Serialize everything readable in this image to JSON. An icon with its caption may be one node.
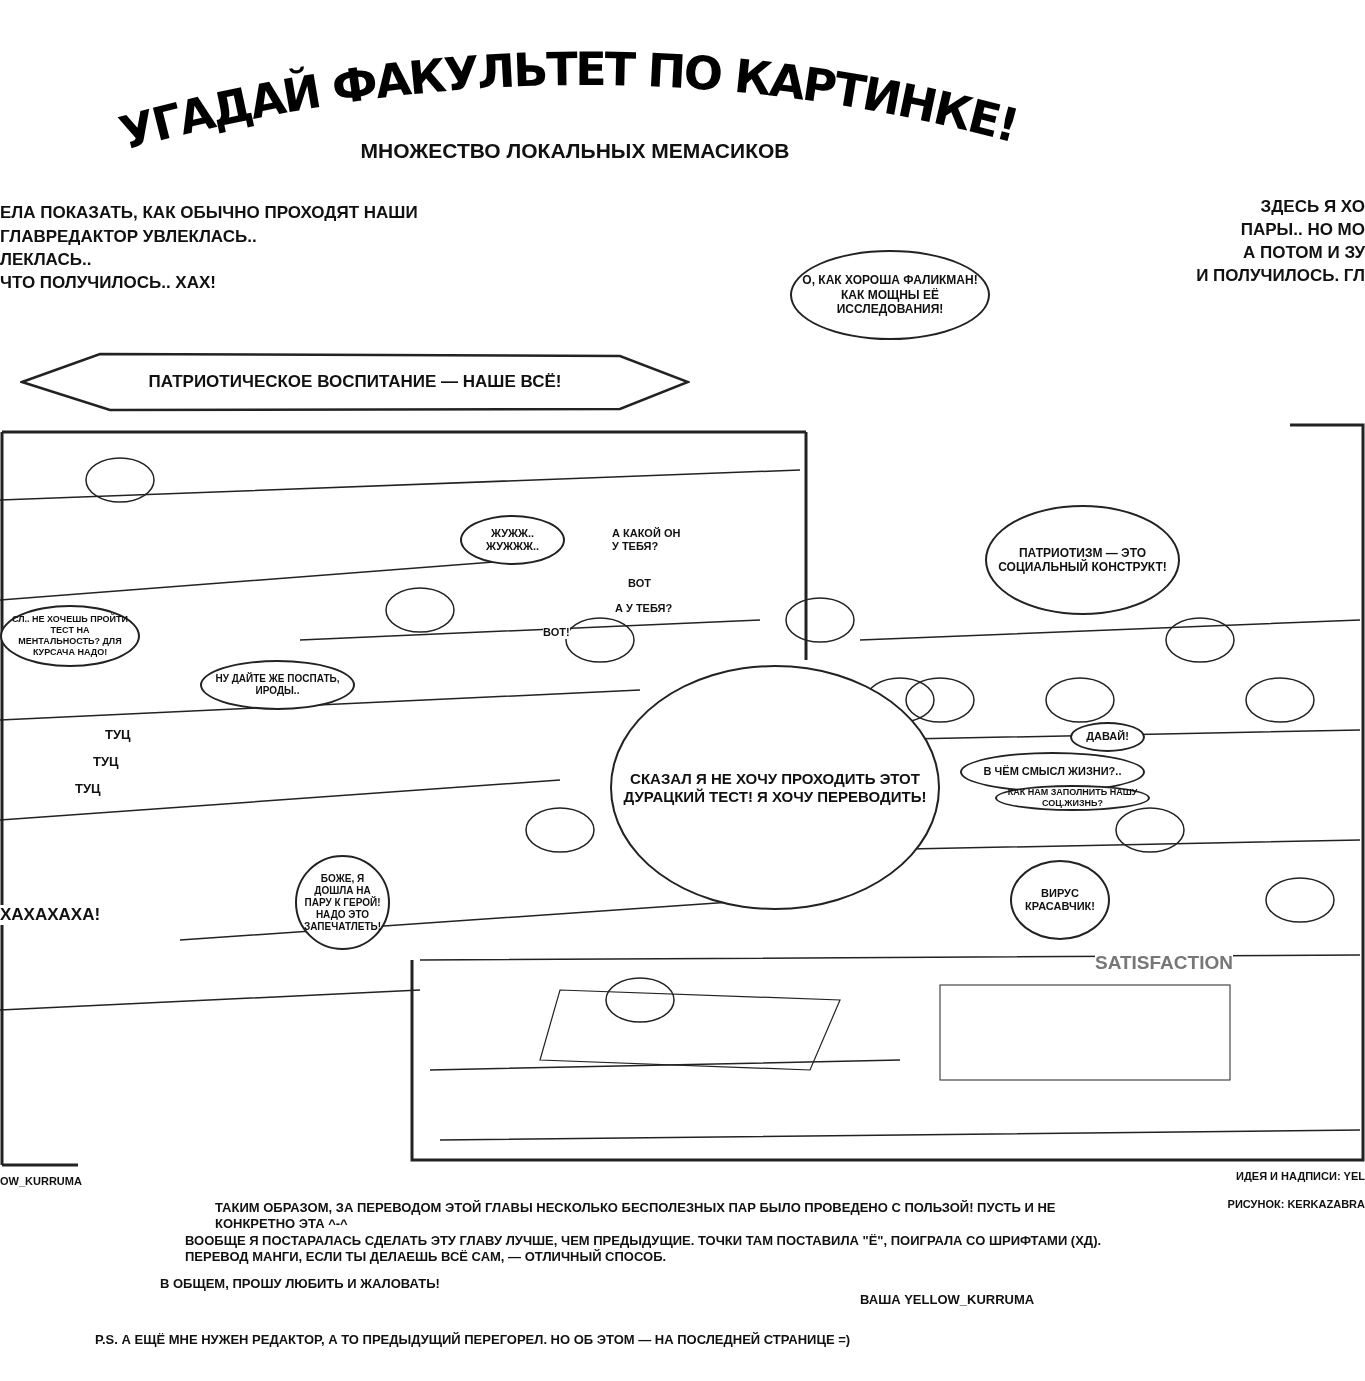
{
  "diagram": {
    "title": "УГАДАЙ ФАКУЛЬТЕТ ПО КАРТИНКЕ!",
    "nodes": [
      {
        "text": [
          "ПАТРИОТИЧЕСКОЕ ВОСПИТАНИЕ — НАШЕ ВСЁ!"
        ]
      },
      {
        "text": [
          "О, КАК ХОРОША ФАЛИКМАН! КАК МОЩНЫ ЕЁ ИССЛЕДОВАНИЯ!"
        ]
      },
      {
        "text": [
          "ЖУЖЖ.. ЖУЖЖЖ.."
        ]
      },
      {
        "text": [
          "СЛ.. НЕ ХОЧЕШЬ ПРОЙТИ ТЕСТ НА МЕНТАЛЬНОСТЬ? ДЛЯ КУРСАЧА НАДО!"
        ]
      },
      {
        "text": [
          "НУ ДАЙТЕ ЖЕ ПОСПАТЬ, ИРОДЫ.."
        ]
      },
      {
        "text": [
          "БОЖЕ, Я ДОШЛА НА ПАРУ К ГЕРОЙ! НАДО ЭТО ЗАПЕЧАТЛЕТЬ!"
        ]
      },
      {
        "text": [
          "ПАТРИОТИЗМ — ЭТО СОЦИАЛЬНЫЙ КОНСТРУКТ!"
        ]
      },
      {
        "text": [
          "СКАЗАЛ Я НЕ ХОЧУ ПРОХОДИТЬ ЭТОТ ДУРАЦКИЙ ТЕСТ! Я ХОЧУ ПЕРЕВОДИТЬ!"
        ]
      },
      {
        "text": [
          "ДАВАЙ!"
        ]
      },
      {
        "text": [
          "В ЧЁМ СМЫСЛ ЖИЗНИ?.."
        ]
      },
      {
        "text": [
          "КАК НАМ ЗАПОЛНИТЬ НАШУ СОЦ.ЖИЗНЬ?"
        ]
      },
      {
        "text": [
          "ВИРУС КРАСАВЧИК!"
        ]
      }
    ],
    "labels": [
      "МНОЖЕСТВО ЛОКАЛЬНЫХ МЕМАСИКОВ",
      "ЕЛА ПОКАЗАТЬ, КАК ОБЫЧНО ПРОХОДЯТ НАШИ",
      "ГЛАВРЕДАКТОР УВЛЕКЛАСЬ..",
      "ЛЕКЛАСЬ..",
      "ЧТО ПОЛУЧИЛОСЬ.. ХАХ!",
      "ЗДЕСЬ Я ХО",
      "ПАРЫ.. НО МО",
      "А ПОТОМ И ЗУ",
      "И ПОЛУЧИЛОСЬ. ГЛ",
      "А КАКОЙ ОН У ТЕБЯ?",
      "ВОТ",
      "А У ТЕБЯ?",
      "ВОТ!",
      "ТУЦ",
      "ТУЦ",
      "ТУЦ",
      "ХАХАХАХА!",
      "SATISFACTION",
      "OW_KURRUMA",
      "ИДЕЯ И НАДПИСИ: YEL",
      "РИСУНОК: KERKAZABRA",
      "ТАКИМ ОБРАЗОМ, ЗА ПЕРЕВОДОМ ЭТОЙ ГЛАВЫ НЕСКОЛЬКО БЕСПОЛЕЗНЫХ ПАР БЫЛО ПРОВЕДЕНО С ПОЛЬЗОЙ! ПУСТЬ И НЕ КОНКРЕТНО ЭТА ^-^",
      "ВООБЩЕ Я ПОСТАРАЛАСЬ СДЕЛАТЬ ЭТУ ГЛАВУ ЛУЧШЕ, ЧЕМ ПРЕДЫДУЩИЕ. ТОЧКИ ТАМ ПОСТАВИЛА \"Ё\", ПОИГРАЛА СО ШРИФТАМИ (ХД). ПЕРЕВОД МАНГИ, ЕСЛИ ТЫ ДЕЛАЕШЬ ВСЁ САМ, — ОТЛИЧНЫЙ СПОСОБ.",
      "В ОБЩЕМ, ПРОШУ ЛЮБИТЬ И ЖАЛОВАТЬ!",
      "ВАША YELLOW_KURRUMA",
      "P.S. А ЕЩЁ МНЕ НУЖЕН РЕДАКТОР, А ТО ПРЕДЫДУЩИЙ ПЕРЕГОРЕЛ. НО ОБ ЭТОМ — НА ПОСЛЕДНЕЙ СТРАНИЦЕ =)"
    ]
  }
}
